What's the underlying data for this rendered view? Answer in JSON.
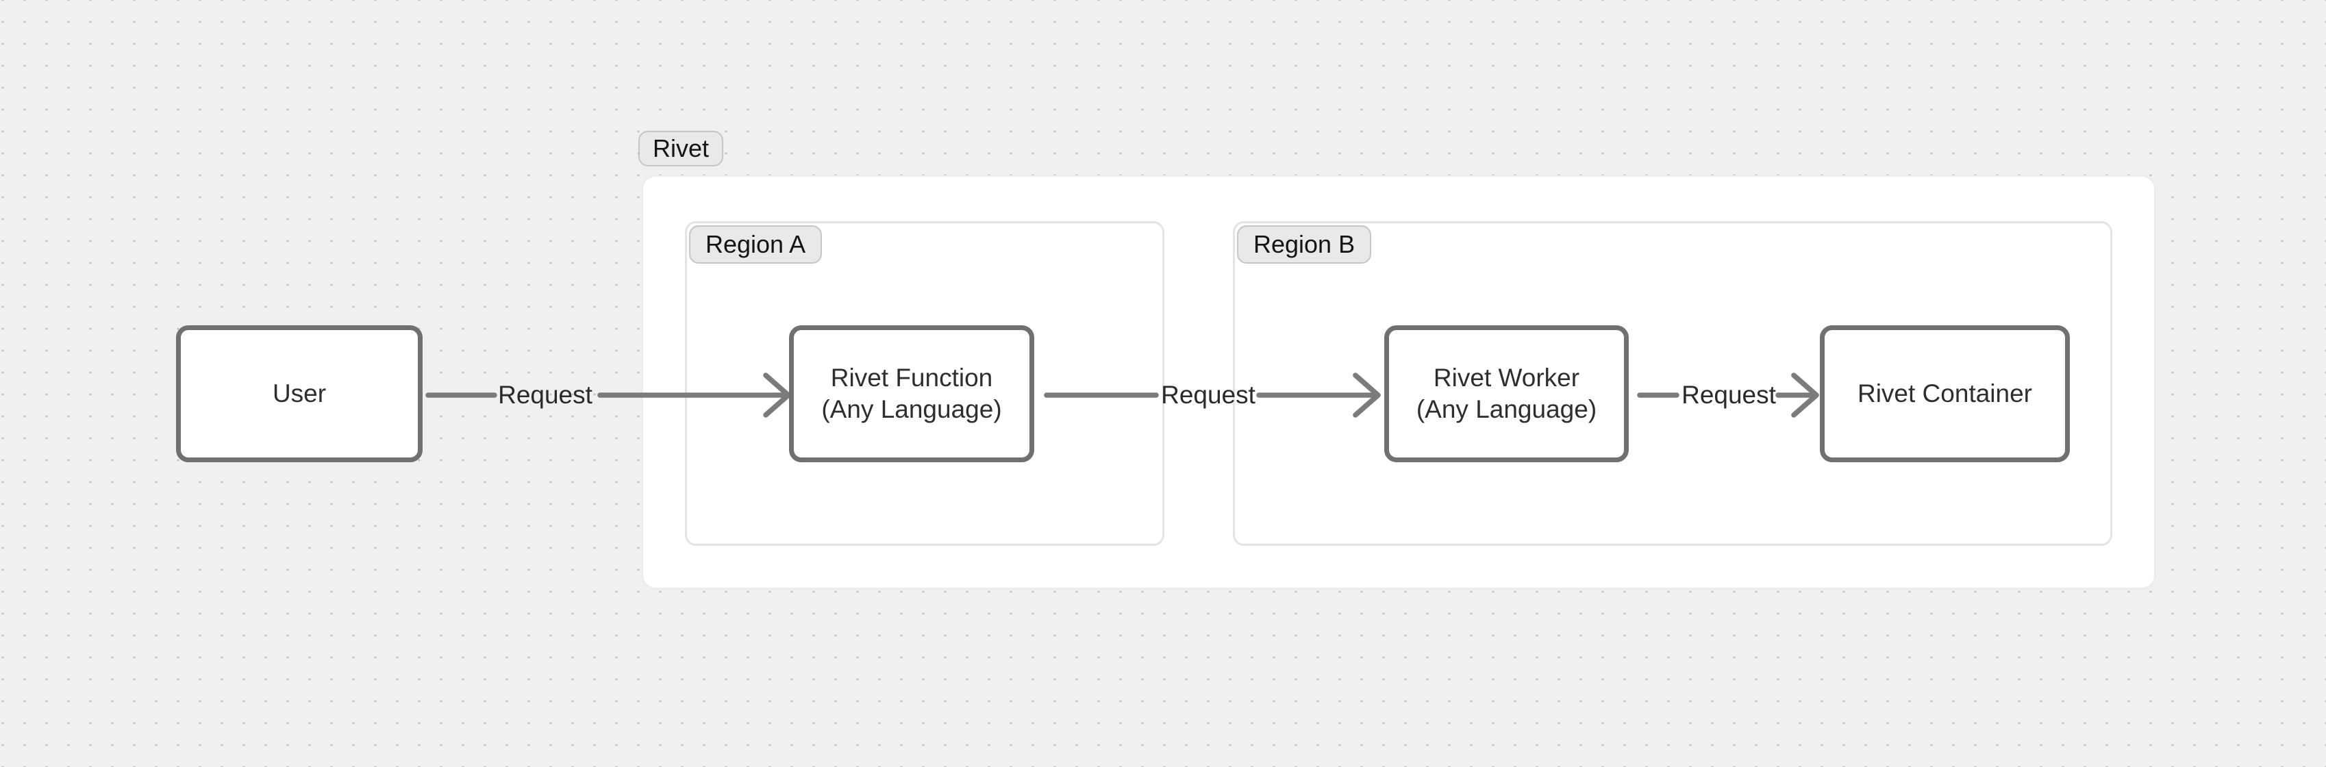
{
  "diagram": {
    "group": {
      "label": "Rivet"
    },
    "regions": [
      {
        "id": "region-a",
        "label": "Region A"
      },
      {
        "id": "region-b",
        "label": "Region B"
      }
    ],
    "nodes": [
      {
        "id": "user",
        "lines": [
          "User"
        ]
      },
      {
        "id": "rivet-function",
        "lines": [
          "Rivet Function",
          "(Any Language)"
        ]
      },
      {
        "id": "rivet-worker",
        "lines": [
          "Rivet Worker",
          "(Any Language)"
        ]
      },
      {
        "id": "rivet-container",
        "lines": [
          "Rivet Container"
        ]
      }
    ],
    "edges": [
      {
        "from": "user",
        "to": "rivet-function",
        "label": "Request"
      },
      {
        "from": "rivet-function",
        "to": "rivet-worker",
        "label": "Request"
      },
      {
        "from": "rivet-worker",
        "to": "rivet-container",
        "label": "Request"
      }
    ],
    "colors": {
      "canvas_bg": "#f0f0ee",
      "grid_dot": "#bdbdbd",
      "surface": "#ffffff",
      "container_border": "#ececec",
      "region_border": "#e4e4e4",
      "node_border": "#707070",
      "arrow": "#7b7b7b",
      "badge_bg": "#e9e9e8",
      "badge_border": "#c6c6c6",
      "text": "#2e2e2e"
    }
  }
}
